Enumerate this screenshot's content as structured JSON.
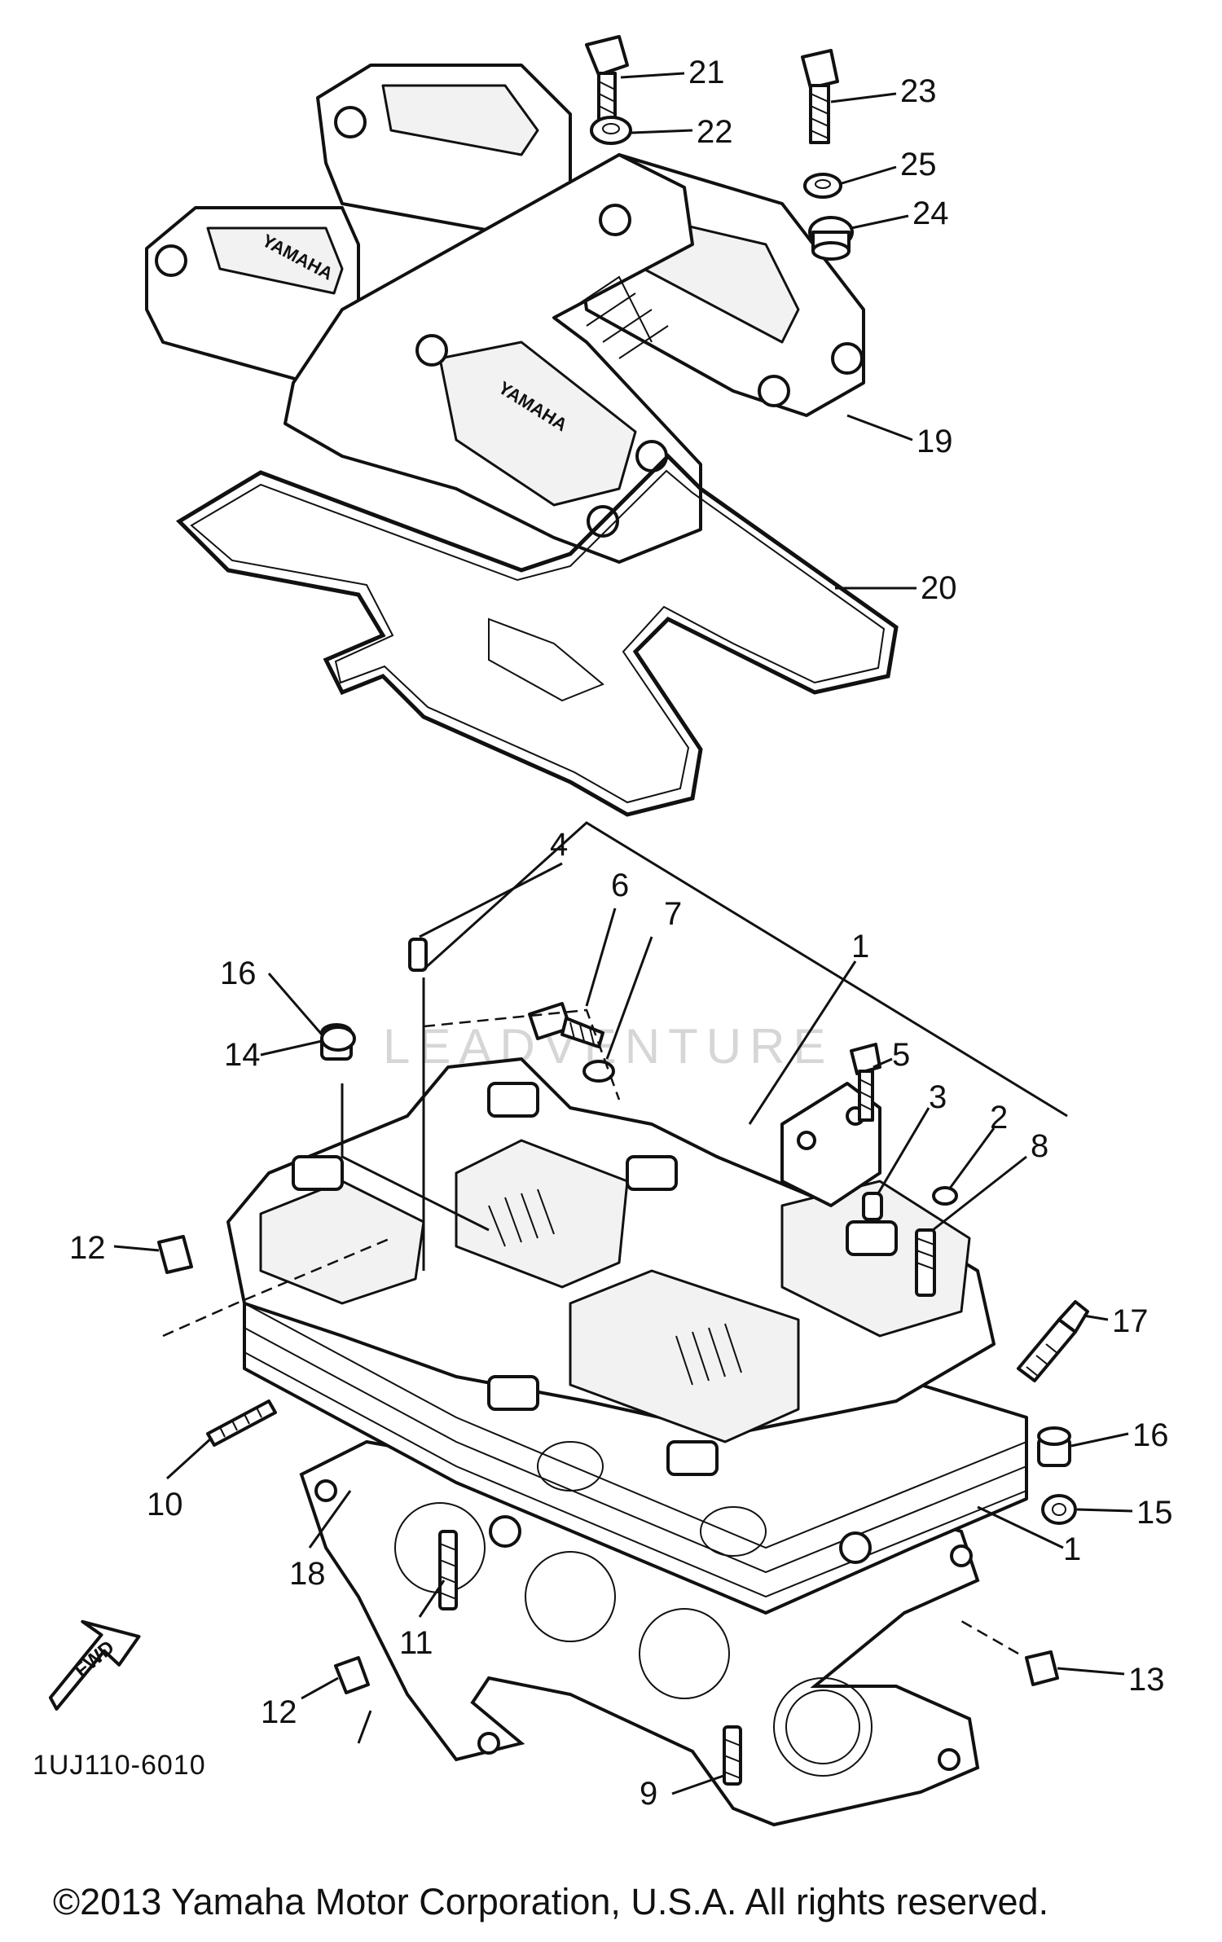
{
  "diagram": {
    "part_code": "1UJ110-6010",
    "watermark": "LEADVENTURE",
    "fwd_label": "FWD",
    "copyright": "©2013 Yamaha Motor Corporation, U.S.A. All rights reserved.",
    "cover_logo_text": "YAMAHA",
    "callouts": [
      "21",
      "22",
      "23",
      "25",
      "24",
      "19",
      "20",
      "4",
      "6",
      "7",
      "1",
      "16",
      "14",
      "5",
      "3",
      "2",
      "8",
      "12",
      "17",
      "16",
      "15",
      "10",
      "18",
      "11",
      "12",
      "13",
      "9",
      "1"
    ]
  }
}
